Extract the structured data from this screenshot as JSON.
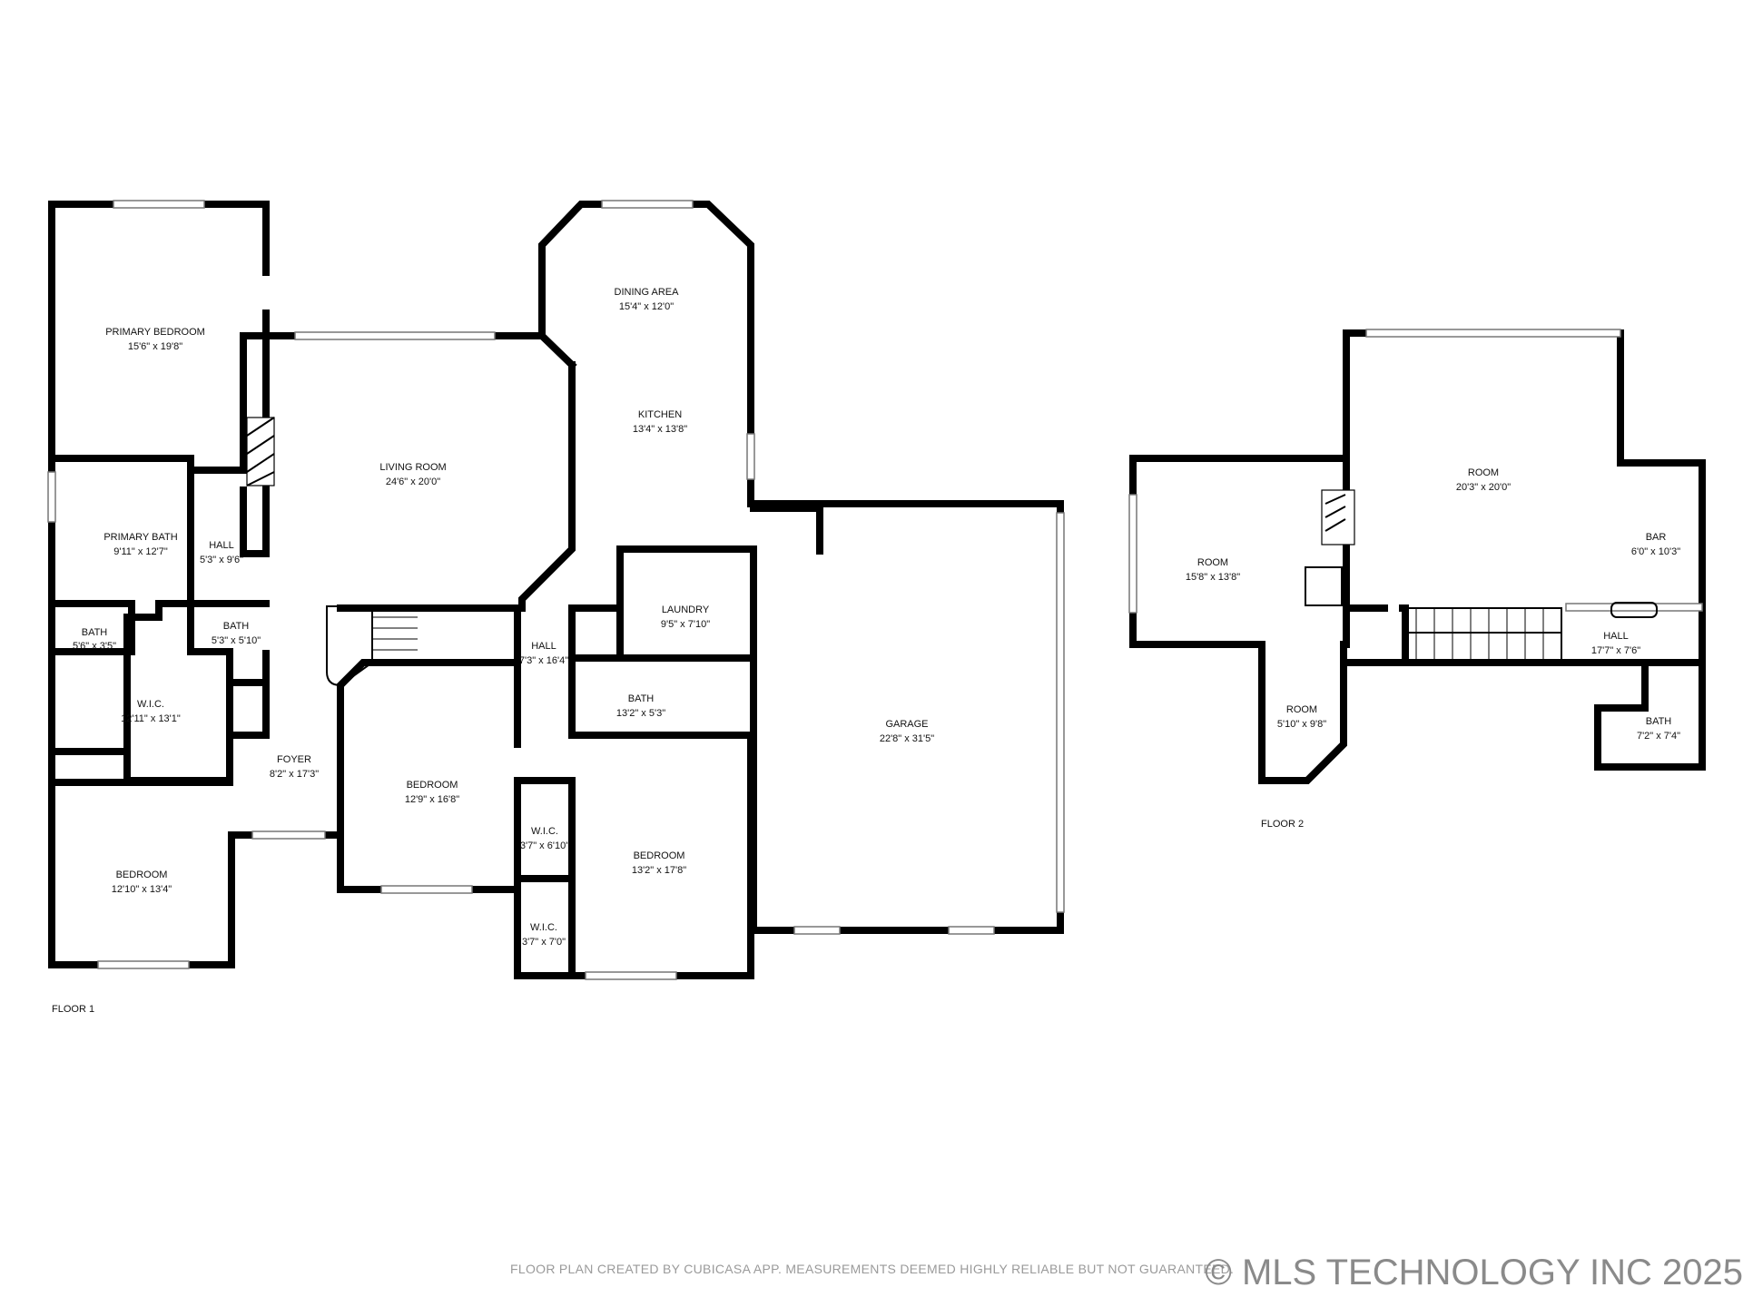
{
  "floors": [
    {
      "label": "FLOOR 1"
    },
    {
      "label": "FLOOR 2"
    }
  ],
  "rooms": {
    "primary_bedroom": {
      "name": "PRIMARY BEDROOM",
      "dim": "15'6\" x 19'8\""
    },
    "primary_bath": {
      "name": "PRIMARY BATH",
      "dim": "9'11\" x 12'7\""
    },
    "hall_1": {
      "name": "HALL",
      "dim": "5'3\" x 9'6\""
    },
    "living_room": {
      "name": "LIVING ROOM",
      "dim": "24'6\" x 20'0\""
    },
    "dining_area": {
      "name": "DINING AREA",
      "dim": "15'4\" x 12'0\""
    },
    "kitchen": {
      "name": "KITCHEN",
      "dim": "13'4\" x 13'8\""
    },
    "bath_small": {
      "name": "BATH",
      "dim": "5'6\" x 3'5\""
    },
    "bath_2": {
      "name": "BATH",
      "dim": "5'3\" x 5'10\""
    },
    "wic_1": {
      "name": "W.I.C.",
      "dim": "12'11\" x 13'1\""
    },
    "laundry": {
      "name": "LAUNDRY",
      "dim": "9'5\" x 7'10\""
    },
    "hall_2": {
      "name": "HALL",
      "dim": "7'3\" x 16'4\""
    },
    "bath_3": {
      "name": "BATH",
      "dim": "13'2\" x 5'3\""
    },
    "garage": {
      "name": "GARAGE",
      "dim": "22'8\" x 31'5\""
    },
    "foyer": {
      "name": "FOYER",
      "dim": "8'2\" x 17'3\""
    },
    "bedroom_1": {
      "name": "BEDROOM",
      "dim": "12'9\" x 16'8\""
    },
    "wic_2": {
      "name": "W.I.C.",
      "dim": "3'7\" x 6'10\""
    },
    "bedroom_2": {
      "name": "BEDROOM",
      "dim": "13'2\" x 17'8\""
    },
    "bedroom_3": {
      "name": "BEDROOM",
      "dim": "12'10\" x 13'4\""
    },
    "wic_3": {
      "name": "W.I.C.",
      "dim": "3'7\" x 7'0\""
    },
    "f2_room_large": {
      "name": "ROOM",
      "dim": "20'3\" x 20'0\""
    },
    "f2_room_left": {
      "name": "ROOM",
      "dim": "15'8\" x 13'8\""
    },
    "f2_bar": {
      "name": "BAR",
      "dim": "6'0\" x 10'3\""
    },
    "f2_hall": {
      "name": "HALL",
      "dim": "17'7\" x 7'6\""
    },
    "f2_room_small": {
      "name": "ROOM",
      "dim": "5'10\" x 9'8\""
    },
    "f2_bath": {
      "name": "BATH",
      "dim": "7'2\" x 7'4\""
    }
  },
  "disclaimer": "FLOOR PLAN CREATED BY CUBICASA APP. MEASUREMENTS DEEMED HIGHLY RELIABLE BUT NOT GUARANTEED.",
  "watermark": "© MLS TECHNOLOGY INC 2025",
  "colors": {
    "wall": "#000000",
    "background": "#ffffff",
    "watermark": "#8a8a8a"
  }
}
